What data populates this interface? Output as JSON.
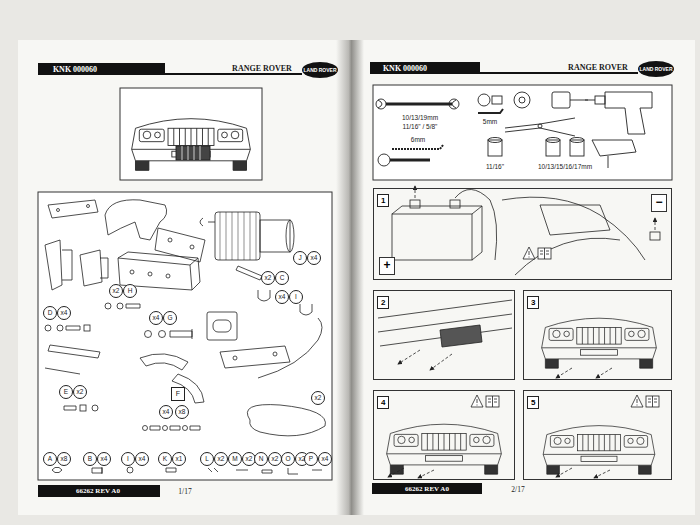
{
  "diagram": {
    "nodes": [
      {
        "text": [
          "1"
        ]
      },
      {
        "text": [
          "+"
        ],
        "in": 0
      },
      {
        "text": [
          "−"
        ],
        "in": 0
      },
      {
        "text": [
          "2"
        ]
      },
      {
        "text": [
          "3"
        ]
      },
      {
        "text": [
          "4"
        ]
      },
      {
        "text": [
          "5"
        ]
      }
    ],
    "labels": [
      "KNK 000060",
      "RANGE ROVER",
      "LAND ROVER",
      "J",
      "x4",
      "x2",
      "H",
      "D",
      "x4",
      "x2",
      "C",
      "x4",
      "I",
      "x4",
      "G",
      "E",
      "x2",
      "F",
      "x4",
      "x8",
      "x2",
      "A",
      "x8",
      "B",
      "x4",
      "I",
      "x4",
      "K",
      "x1",
      "L",
      "x2",
      "M",
      "x2",
      "N",
      "x2",
      "O",
      "x2",
      "P",
      "x4",
      "66262 REV A0",
      "1/17",
      "KNK 000060",
      "RANGE ROVER",
      "LAND ROVER",
      "10/13/19mm",
      "11/16\" / 5/8\"",
      "5mm",
      "6mm",
      "11/16\"",
      "10/13/15/16/17mm",
      "66262 REV A0",
      "2/17"
    ]
  }
}
